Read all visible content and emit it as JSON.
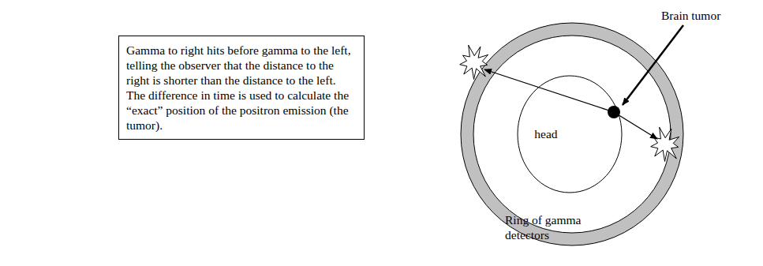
{
  "diagram": {
    "nodes": [
      {
        "text": [
          "Gamma to right hits before gamma to the left, telling the observer that the distance to the right is shorter than the distance to the left. The difference in time is used to calculate the “exact” position of the positron emission (the tumor)."
        ]
      },
      {
        "text": [
          "head"
        ]
      }
    ],
    "labels": [
      "Brain tumor",
      "Ring of gamma detectors"
    ]
  }
}
